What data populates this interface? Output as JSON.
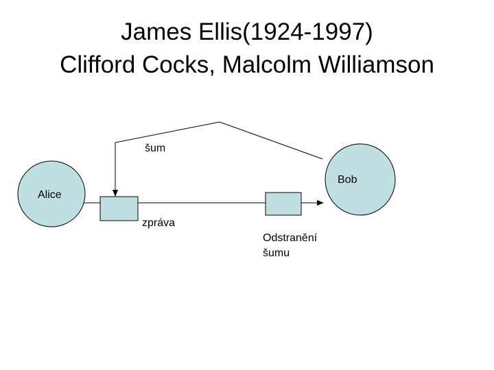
{
  "title": {
    "line1": "James Ellis(1924-1997)",
    "line2": "Clifford Cocks, Malcolm Williamson"
  },
  "diagram": {
    "labels": {
      "noise": "šum",
      "receiver": "Bob",
      "sender": "Alice",
      "message": "zpráva",
      "noise_removal_line1": "Odstranění",
      "noise_removal_line2": "šumu"
    },
    "colors": {
      "node_fill": "#bfdfe2",
      "stroke": "#000000"
    }
  }
}
